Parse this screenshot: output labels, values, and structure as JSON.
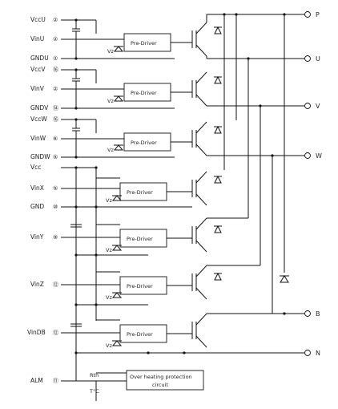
{
  "left_pins": [
    {
      "name": "VccU",
      "number": "②"
    },
    {
      "name": "VinU",
      "number": "②"
    },
    {
      "name": "GNDU",
      "number": "①"
    },
    {
      "name": "VccV",
      "number": "⑯"
    },
    {
      "name": "VinV",
      "number": "②"
    },
    {
      "name": "GNDV",
      "number": "⑭"
    },
    {
      "name": "VccW",
      "number": "⑯"
    },
    {
      "name": "VinW",
      "number": "⑥"
    },
    {
      "name": "GNDW",
      "number": "⑤"
    },
    {
      "name": "Vcc",
      "number": ""
    },
    {
      "name": "VinX",
      "number": "⑤"
    },
    {
      "name": "GND",
      "number": "⑩"
    },
    {
      "name": "VinY",
      "number": "⑨"
    },
    {
      "name": "VinZ",
      "number": "⑫"
    },
    {
      "name": "VinDB",
      "number": "⑫"
    },
    {
      "name": "ALM",
      "number": "⑪"
    }
  ],
  "right_terminals": [
    {
      "name": "P"
    },
    {
      "name": "U"
    },
    {
      "name": "V"
    },
    {
      "name": "W"
    },
    {
      "name": "B"
    },
    {
      "name": "N"
    }
  ],
  "pre_driver_label": "Pre-Driver",
  "vz_label": "Vz",
  "ovh_block": {
    "line1": "Over heating protection",
    "line2": "circuit"
  },
  "rth_label": "Rth",
  "tc_label": "T°C"
}
